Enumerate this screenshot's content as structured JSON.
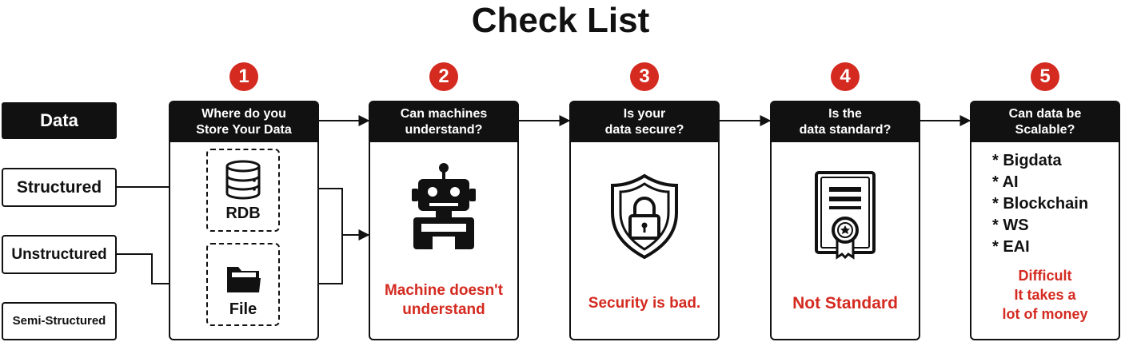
{
  "title": "Check List",
  "data_panel": {
    "header": "Data",
    "types": [
      "Structured",
      "Unstructured",
      "Semi-Structured"
    ]
  },
  "steps": [
    {
      "number": "1",
      "heading": [
        "Where do you",
        "Store Your Data"
      ],
      "storage": [
        "RDB",
        "File"
      ]
    },
    {
      "number": "2",
      "heading": [
        "Can machines",
        "understand?"
      ],
      "result": [
        "Machine doesn't",
        "understand"
      ],
      "icon": "robot-icon"
    },
    {
      "number": "3",
      "heading": [
        "Is your",
        "data secure?"
      ],
      "result": [
        "Security is bad."
      ],
      "icon": "shield-lock-icon"
    },
    {
      "number": "4",
      "heading": [
        "Is the",
        "data standard?"
      ],
      "result": [
        "Not Standard"
      ],
      "icon": "certificate-icon"
    },
    {
      "number": "5",
      "heading": [
        "Can data be",
        "Scalable?"
      ],
      "items": [
        "* Bigdata",
        "* AI",
        "* Blockchain",
        "* WS",
        "* EAI"
      ],
      "result": [
        "Difficult",
        "It takes a",
        "lot of money"
      ]
    }
  ],
  "colors": {
    "accent": "#d42a20",
    "ink": "#111111"
  }
}
